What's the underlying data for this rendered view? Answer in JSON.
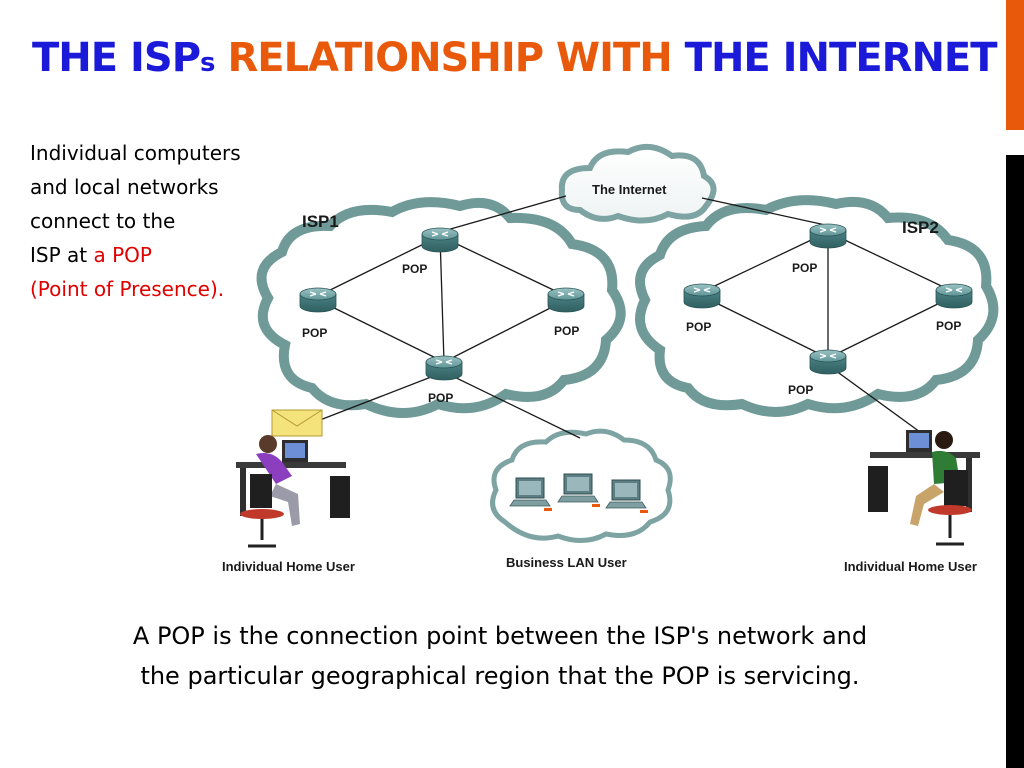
{
  "title": {
    "part1": "THE ISP",
    "part1_small": "s",
    "part2": " RELATIONSHIP WITH ",
    "part3": "THE INTERNET"
  },
  "intro": {
    "line1": "Individual computers",
    "line2": "and local networks",
    "line3": "connect to the",
    "line4_prefix": "ISP at ",
    "line4_highlight": "a POP",
    "line5_highlight": "(Point of Presence)."
  },
  "diagram": {
    "internet_label": "The Internet",
    "isp1_label": "ISP1",
    "isp2_label": "ISP2",
    "pop_label": "POP",
    "home_user_label": "Individual Home User",
    "business_label": "Business LAN  User"
  },
  "caption": {
    "line1": "A POP is the connection point between the ISP's network and",
    "line2": "the particular geographical region that the POP is servicing."
  },
  "colors": {
    "title_blue": "#1a1ad8",
    "title_orange": "#e8590c",
    "highlight_red": "#e00000",
    "cloud_teal": "#6f9a98",
    "router_teal": "#4f8a8c"
  }
}
